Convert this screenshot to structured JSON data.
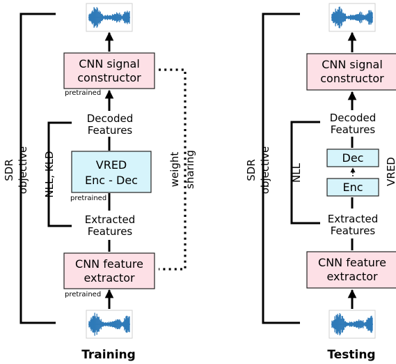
{
  "training": {
    "title": "Training",
    "signal_constructor": [
      "CNN signal",
      "constructor"
    ],
    "feature_extractor": [
      "CNN feature",
      "extractor"
    ],
    "vred": [
      "VRED",
      "Enc - Dec"
    ],
    "decoded_features": [
      "Decoded",
      "Features"
    ],
    "extracted_features": [
      "Extracted",
      "Features"
    ],
    "sdr_objective": [
      "SDR",
      "objective"
    ],
    "latent_loss": "NLL, KLD",
    "weight_sharing": [
      "weight",
      "sharing"
    ],
    "pretrained": "pretrained"
  },
  "testing": {
    "title": "Testing",
    "signal_constructor": [
      "CNN signal",
      "constructor"
    ],
    "feature_extractor": [
      "CNN feature",
      "extractor"
    ],
    "dec": "Dec",
    "enc": "Enc",
    "vred_side": "VRED",
    "decoded_features": [
      "Decoded",
      "Features"
    ],
    "extracted_features": [
      "Extracted",
      "Features"
    ],
    "sdr_objective": [
      "SDR",
      "objective"
    ],
    "latent_loss": "NLL"
  },
  "colors": {
    "cnn_box_fill": "#fde0e6",
    "vred_box_fill": "#d6f4fb",
    "waveform": "#2f7ab8"
  },
  "icons": [
    "waveform-icon",
    "arrow-up-icon"
  ]
}
